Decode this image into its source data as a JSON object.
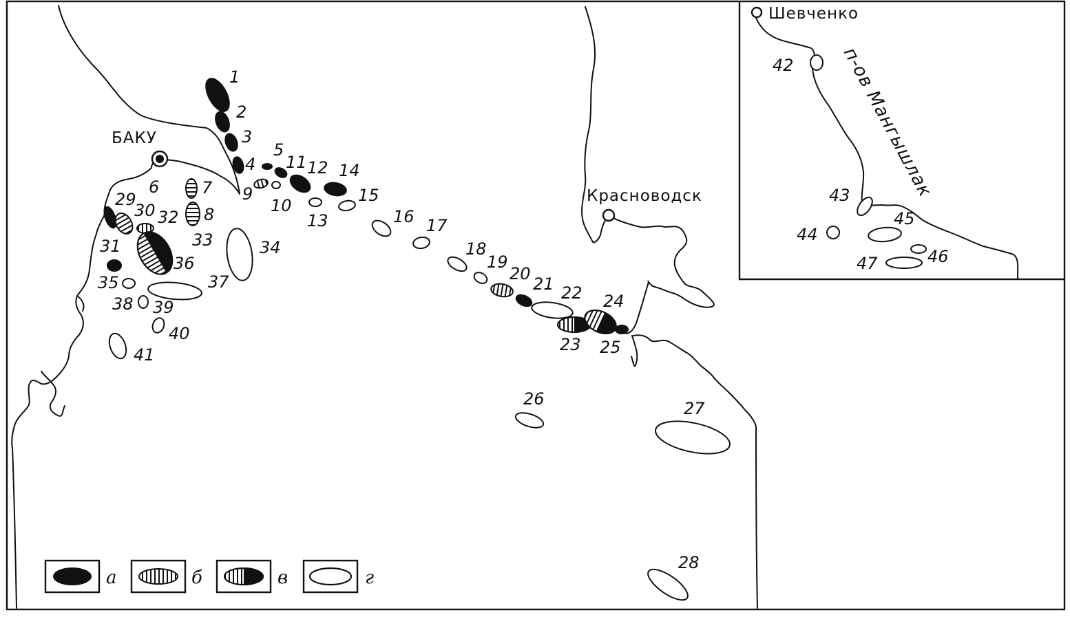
{
  "cities": {
    "baku": "БАКУ",
    "krasnovodsk": "Красноводск",
    "shevchenko": "Шевченко"
  },
  "peninsula": "п-ов Мангышлак",
  "legend": [
    {
      "key": "a",
      "label": "а",
      "style": "oil"
    },
    {
      "key": "b",
      "label": "б",
      "style": "gas"
    },
    {
      "key": "v",
      "label": "в",
      "style": "oil-gas"
    },
    {
      "key": "g",
      "label": "г",
      "style": "structure"
    }
  ],
  "fields": [
    {
      "id": "1",
      "label": "1",
      "style": "oil"
    },
    {
      "id": "2",
      "label": "2",
      "style": "oil"
    },
    {
      "id": "3",
      "label": "3",
      "style": "oil"
    },
    {
      "id": "4",
      "label": "4",
      "style": "oil"
    },
    {
      "id": "5",
      "label": "5",
      "style": "oil"
    },
    {
      "id": "6",
      "label": "6",
      "style": "oil"
    },
    {
      "id": "7",
      "label": "7",
      "style": "gas"
    },
    {
      "id": "8",
      "label": "8",
      "style": "gas"
    },
    {
      "id": "9",
      "label": "9",
      "style": "gas"
    },
    {
      "id": "10",
      "label": "10",
      "style": "structure"
    },
    {
      "id": "11",
      "label": "11",
      "style": "oil"
    },
    {
      "id": "12",
      "label": "12",
      "style": "oil"
    },
    {
      "id": "13",
      "label": "13",
      "style": "structure"
    },
    {
      "id": "14",
      "label": "14",
      "style": "oil"
    },
    {
      "id": "15",
      "label": "15",
      "style": "structure"
    },
    {
      "id": "16",
      "label": "16",
      "style": "structure"
    },
    {
      "id": "17",
      "label": "17",
      "style": "structure"
    },
    {
      "id": "18",
      "label": "18",
      "style": "structure"
    },
    {
      "id": "19",
      "label": "19",
      "style": "structure"
    },
    {
      "id": "20",
      "label": "20",
      "style": "gas"
    },
    {
      "id": "21",
      "label": "21",
      "style": "oil"
    },
    {
      "id": "22",
      "label": "22",
      "style": "structure"
    },
    {
      "id": "23",
      "label": "23",
      "style": "oil-gas"
    },
    {
      "id": "24",
      "label": "24",
      "style": "oil-gas"
    },
    {
      "id": "25",
      "label": "25",
      "style": "oil"
    },
    {
      "id": "26",
      "label": "26",
      "style": "structure"
    },
    {
      "id": "27",
      "label": "27",
      "style": "structure"
    },
    {
      "id": "28",
      "label": "28",
      "style": "structure"
    },
    {
      "id": "29",
      "label": "29",
      "style": "oil"
    },
    {
      "id": "30",
      "label": "30",
      "style": "gas"
    },
    {
      "id": "31",
      "label": "31",
      "style": "oil"
    },
    {
      "id": "32",
      "label": "32",
      "style": "gas"
    },
    {
      "id": "33",
      "label": "33",
      "style": "gas"
    },
    {
      "id": "34",
      "label": "34",
      "style": "structure"
    },
    {
      "id": "35",
      "label": "35",
      "style": "structure"
    },
    {
      "id": "36",
      "label": "36",
      "style": "oil-gas"
    },
    {
      "id": "37",
      "label": "37",
      "style": "structure"
    },
    {
      "id": "38",
      "label": "38",
      "style": "structure"
    },
    {
      "id": "39",
      "label": "39",
      "style": "structure"
    },
    {
      "id": "40",
      "label": "40",
      "style": "structure"
    },
    {
      "id": "41",
      "label": "41",
      "style": "structure"
    },
    {
      "id": "42",
      "label": "42",
      "style": "structure"
    },
    {
      "id": "43",
      "label": "43",
      "style": "structure"
    },
    {
      "id": "44",
      "label": "44",
      "style": "structure"
    },
    {
      "id": "45",
      "label": "45",
      "style": "structure"
    },
    {
      "id": "46",
      "label": "46",
      "style": "structure"
    },
    {
      "id": "47",
      "label": "47",
      "style": "structure"
    }
  ]
}
